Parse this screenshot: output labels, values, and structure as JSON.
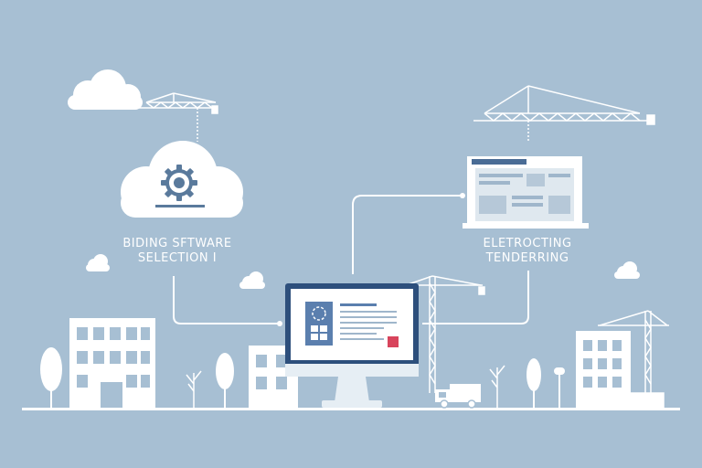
{
  "left_label": {
    "line1": "BIDING SFTWARE",
    "line2": "SELECTION I"
  },
  "right_label": {
    "line1": "ELETROCTING",
    "line2": "TENDERRING"
  },
  "icons": [
    "cloud-icon",
    "gear-icon",
    "crane-icon",
    "document-window-icon",
    "computer-monitor-icon",
    "building-icon",
    "tree-icon",
    "truck-icon"
  ],
  "colors": {
    "background": "#a7bfd3",
    "white": "#ffffff",
    "navy": "#2d4f7c",
    "accent_red": "#d8445c",
    "panel_blue": "#c8d9e6"
  }
}
